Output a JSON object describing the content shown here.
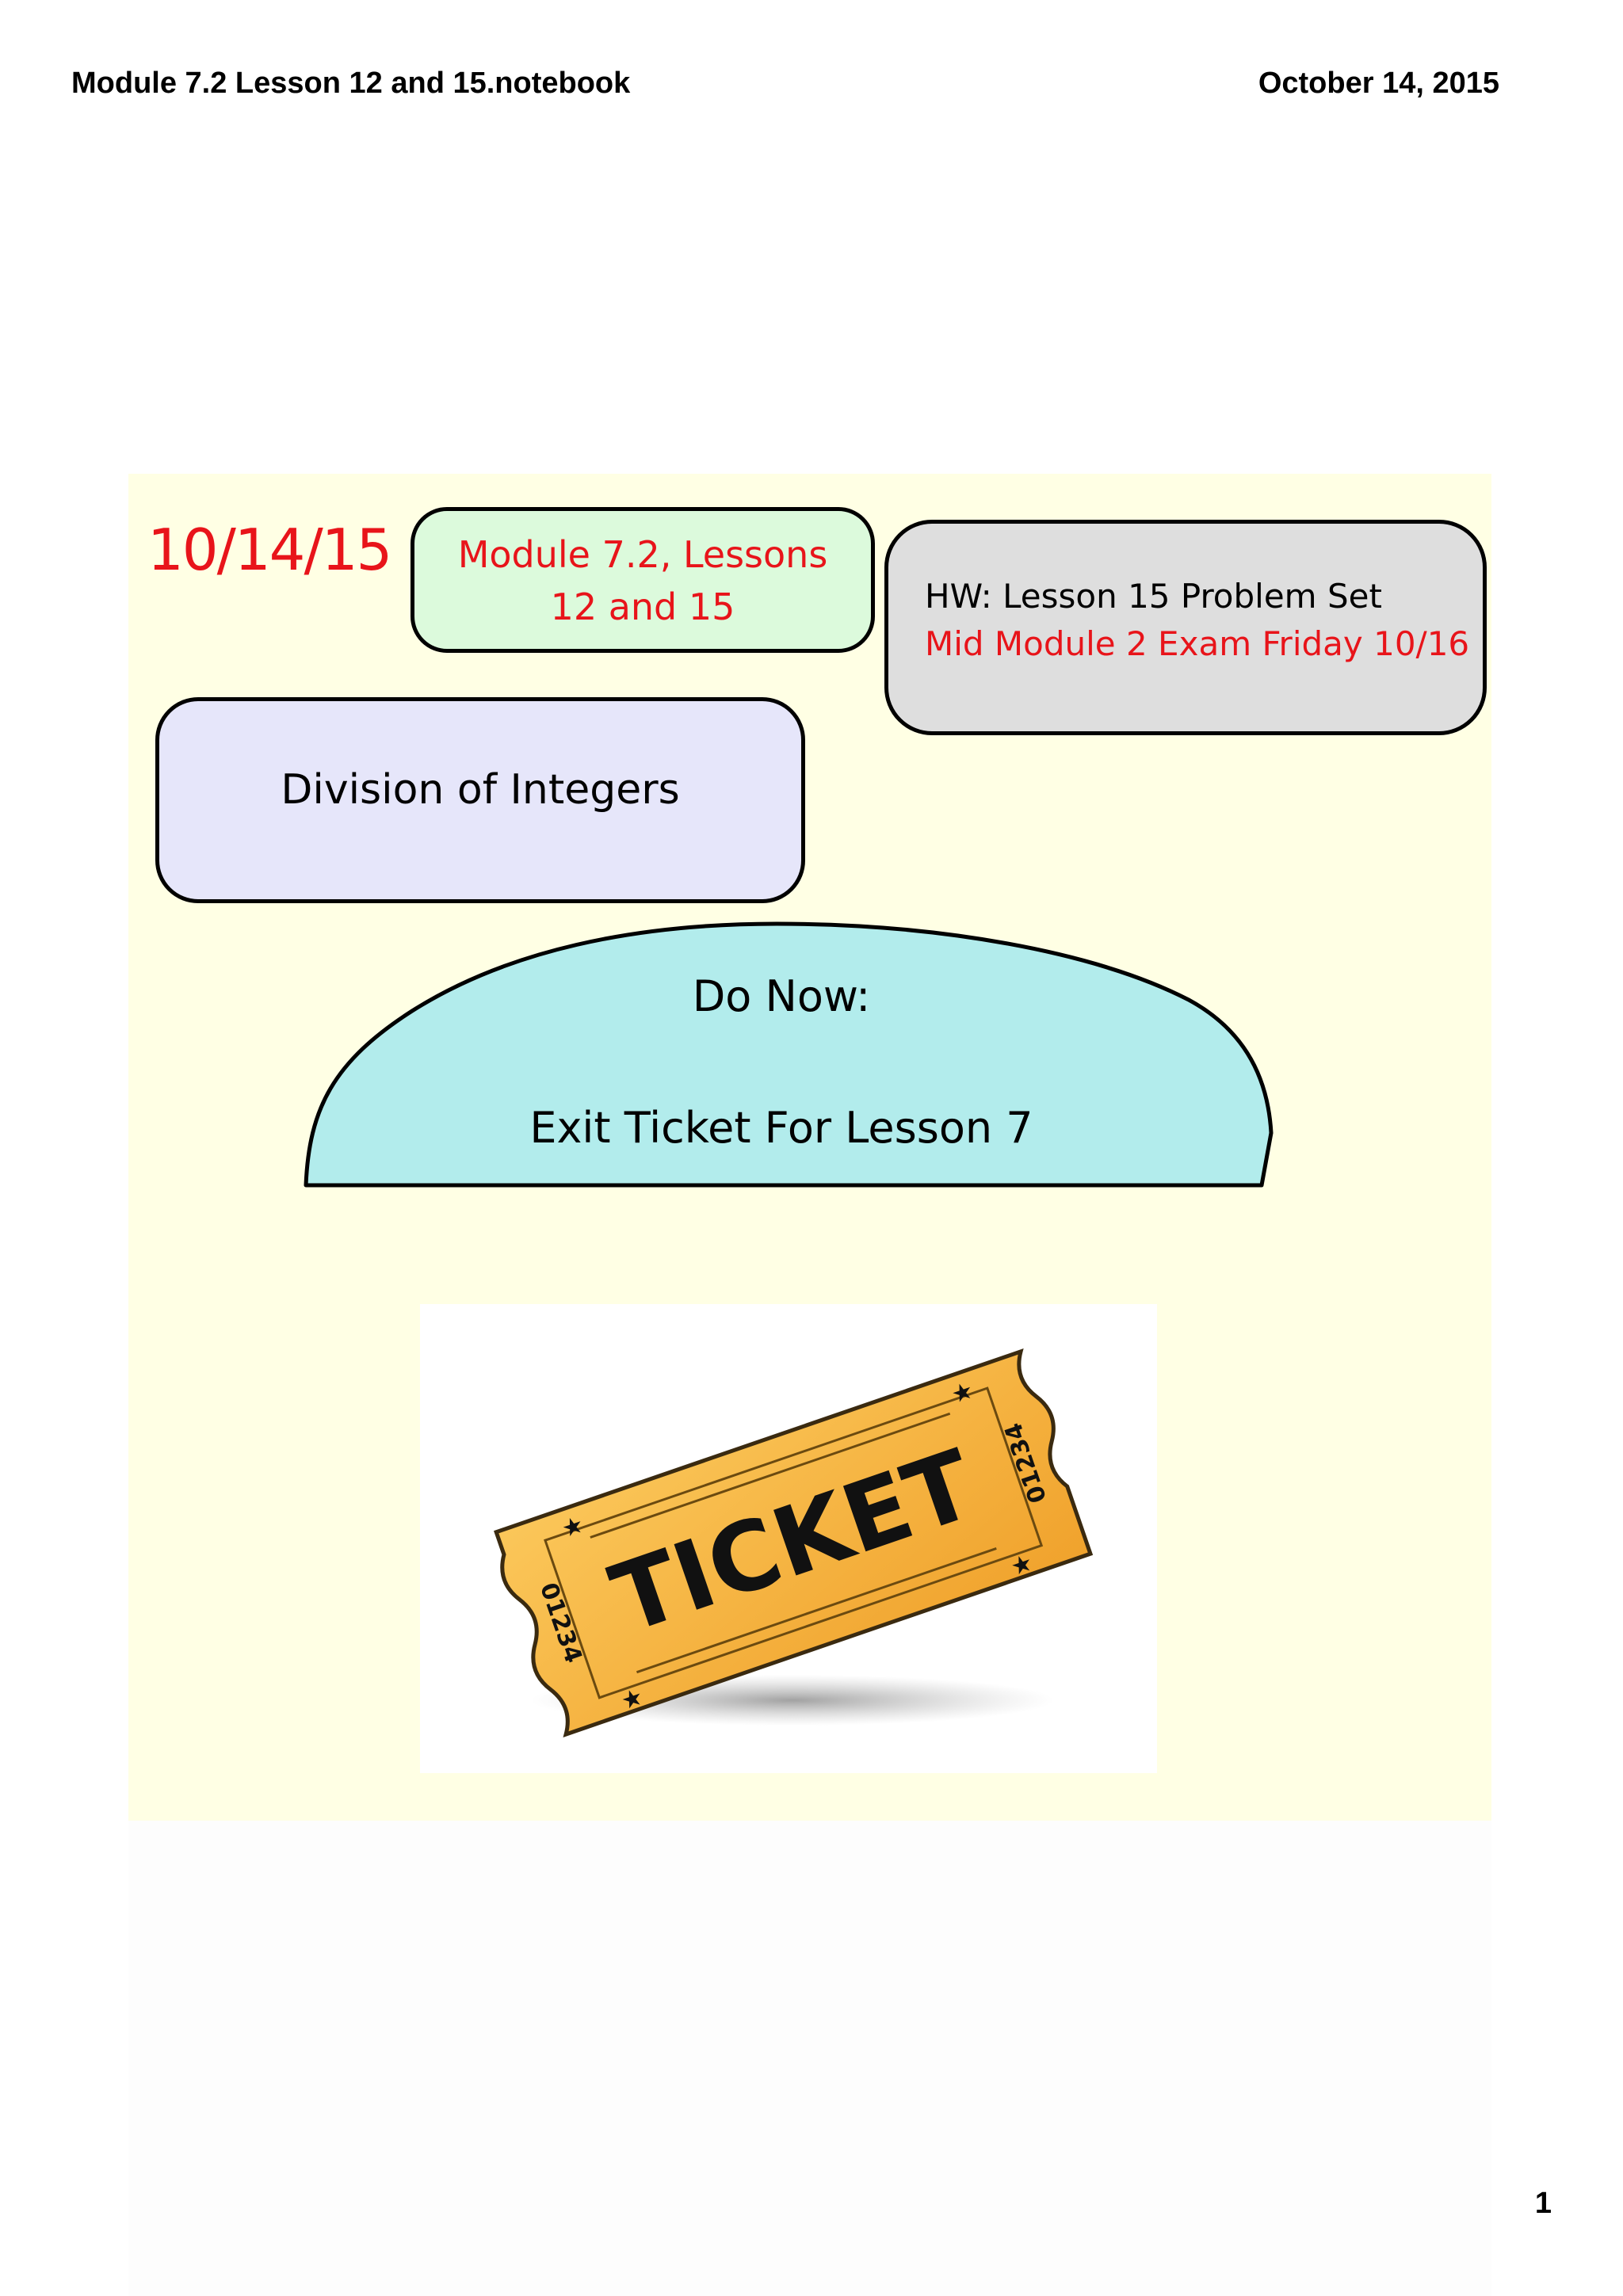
{
  "header": {
    "filename": "Module 7.2 Lesson 12 and 15.notebook",
    "date": "October 14, 2015"
  },
  "slide": {
    "date": "10/14/15",
    "module_title": [
      "Module 7.2, Lessons",
      "12 and 15"
    ],
    "homework": {
      "line1": "HW:  Lesson 15 Problem Set",
      "line2": "Mid Module 2 Exam Friday 10/16"
    },
    "topic": "Division of Integers",
    "do_now": {
      "line1": "Do Now:",
      "line2": "Exit Ticket For Lesson 7"
    },
    "ticket_image": {
      "label": "TICKET",
      "serial": "01234"
    }
  },
  "footer": {
    "page_number": "1"
  },
  "colors": {
    "slide_bg": "#ffffe4",
    "accent_red": "#e8141a",
    "module_box": "#dcfadc",
    "hw_box": "#dedede",
    "topic_box": "#e6e6fa",
    "do_now_dome": "#b2ecec",
    "ticket_gold": "#f7b13a"
  }
}
